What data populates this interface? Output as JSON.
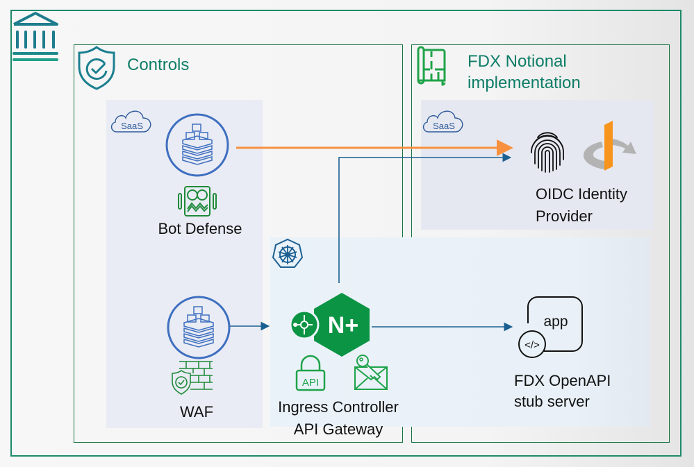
{
  "colors": {
    "frame": "#1e8a6a",
    "group_frame": "#16713f",
    "group_title": "#0e7d67",
    "f5_blue": "#3f6fc0",
    "green_icon": "#1f8a3a",
    "nginx_green": "#0b9444",
    "arrow_orange": "#f7903f",
    "arrow_blue": "#1a5f91",
    "openid_orange": "#f7941d",
    "openid_gray": "#b3b3b3"
  },
  "icons": {
    "organization": "bank-building-icon",
    "controls": "shield-check-icon",
    "fdx": "blueprint-floorplan-icon",
    "saas": "cloud-icon",
    "f5_distributed_cloud": "stacked-cubes-icon",
    "bot": "robot-face-icon",
    "waf": "firewall-shield-icon",
    "kubernetes": "kubernetes-helm-icon",
    "nginx_plus": "nginx-plus-hexagon-icon",
    "api_lock": "api-lock-icon",
    "key_envelope": "key-envelope-icon",
    "fingerprint": "fingerprint-icon",
    "openid": "openid-logo-icon",
    "app": "app-code-icon"
  },
  "groups": {
    "controls": {
      "title": "Controls"
    },
    "fdx": {
      "title_line1": "FDX Notional",
      "title_line2": "implementation"
    }
  },
  "saas_badge": "SaaS",
  "nodes": {
    "bot_defense": {
      "label": "Bot Defense"
    },
    "waf": {
      "label": "WAF"
    },
    "ingress": {
      "label_line1": "Ingress Controller",
      "label_line2": "API Gateway",
      "logo_text": "N+",
      "lock_text": "API"
    },
    "oidc": {
      "label_line1": "OIDC Identity",
      "label_line2": "Provider"
    },
    "fdx_api": {
      "label_line1": "FDX OpenAPI",
      "label_line2": "stub server",
      "icon_text": "app",
      "code_text": "</>"
    }
  },
  "connections": [
    {
      "from": "bot_defense",
      "to": "oidc",
      "color": "orange"
    },
    {
      "from": "ingress",
      "to": "oidc",
      "color": "blue"
    },
    {
      "from": "waf",
      "to": "ingress",
      "color": "blue"
    },
    {
      "from": "ingress",
      "to": "fdx_api",
      "color": "blue"
    }
  ]
}
